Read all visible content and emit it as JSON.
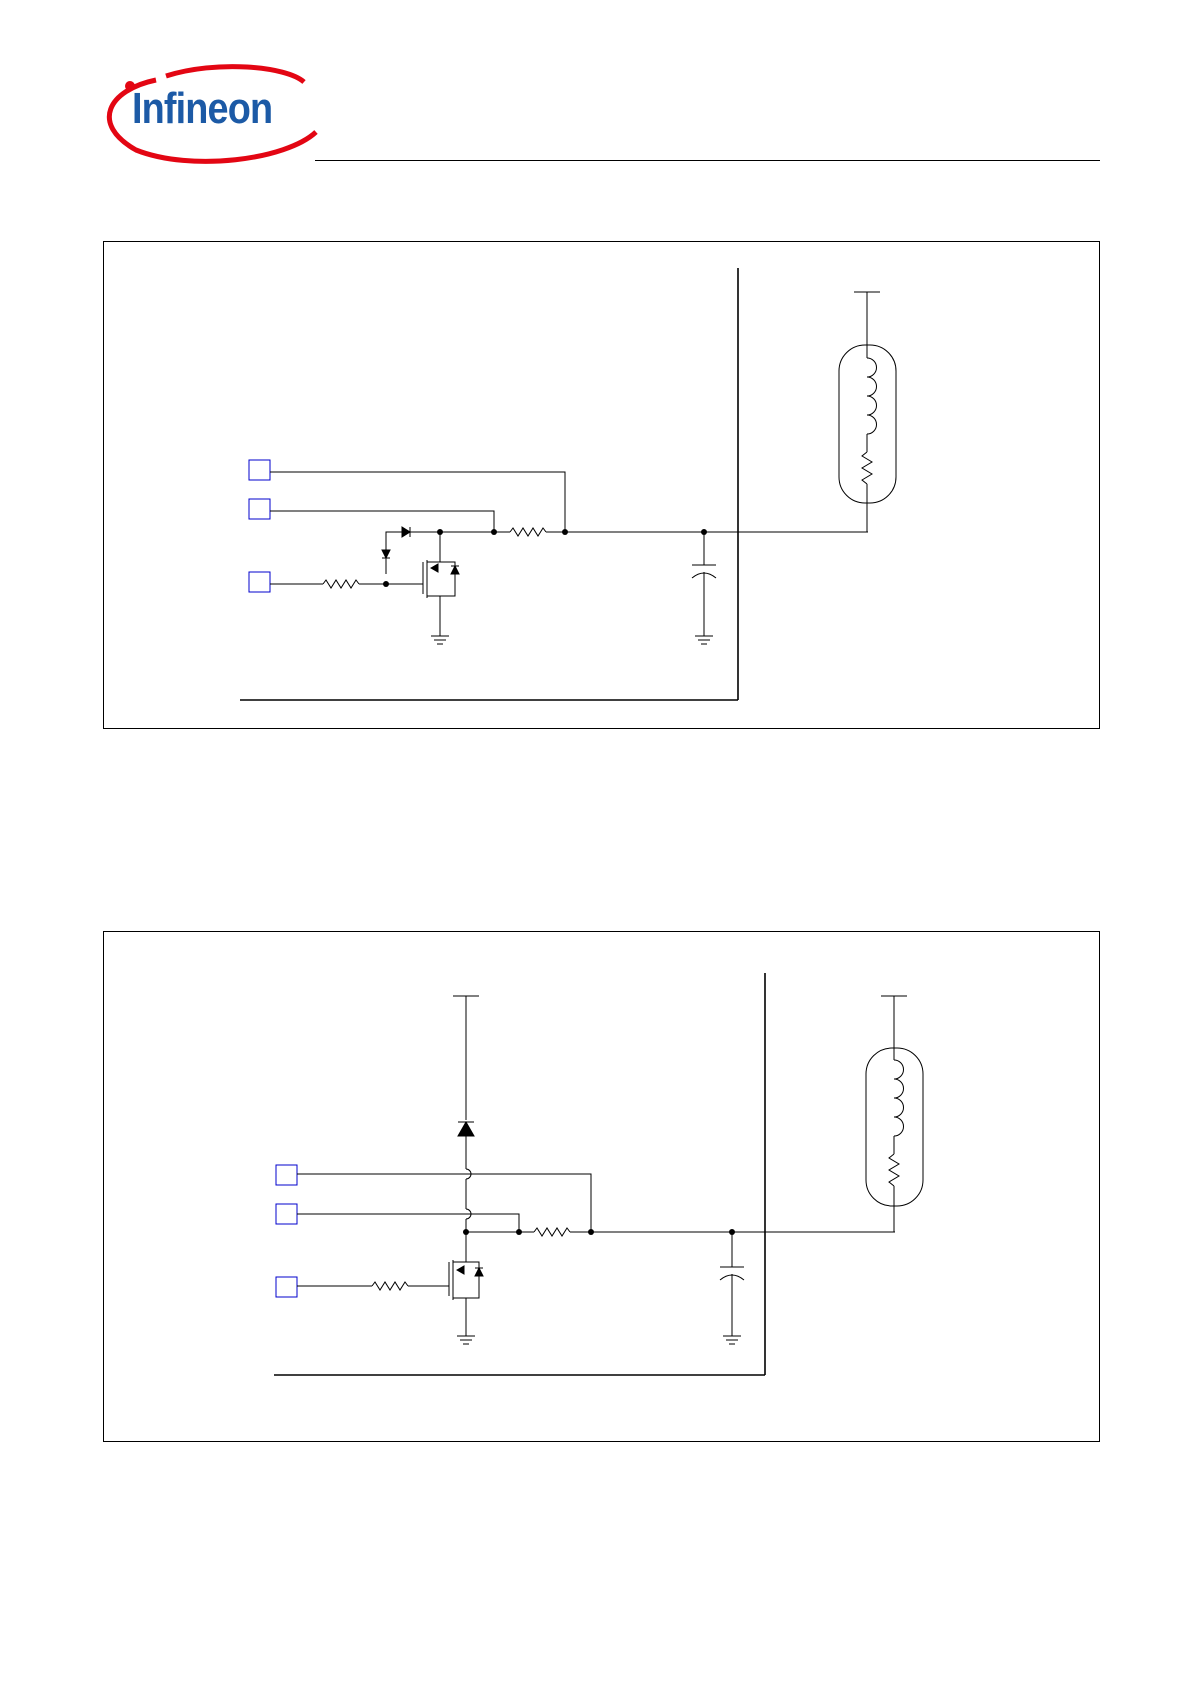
{
  "header": {
    "logo_text": "Infineon",
    "brand_color": "#1c5aa6",
    "swoosh_color": "#e30613"
  },
  "figures": [
    {
      "id": "schematic-1"
    },
    {
      "id": "schematic-2"
    }
  ]
}
